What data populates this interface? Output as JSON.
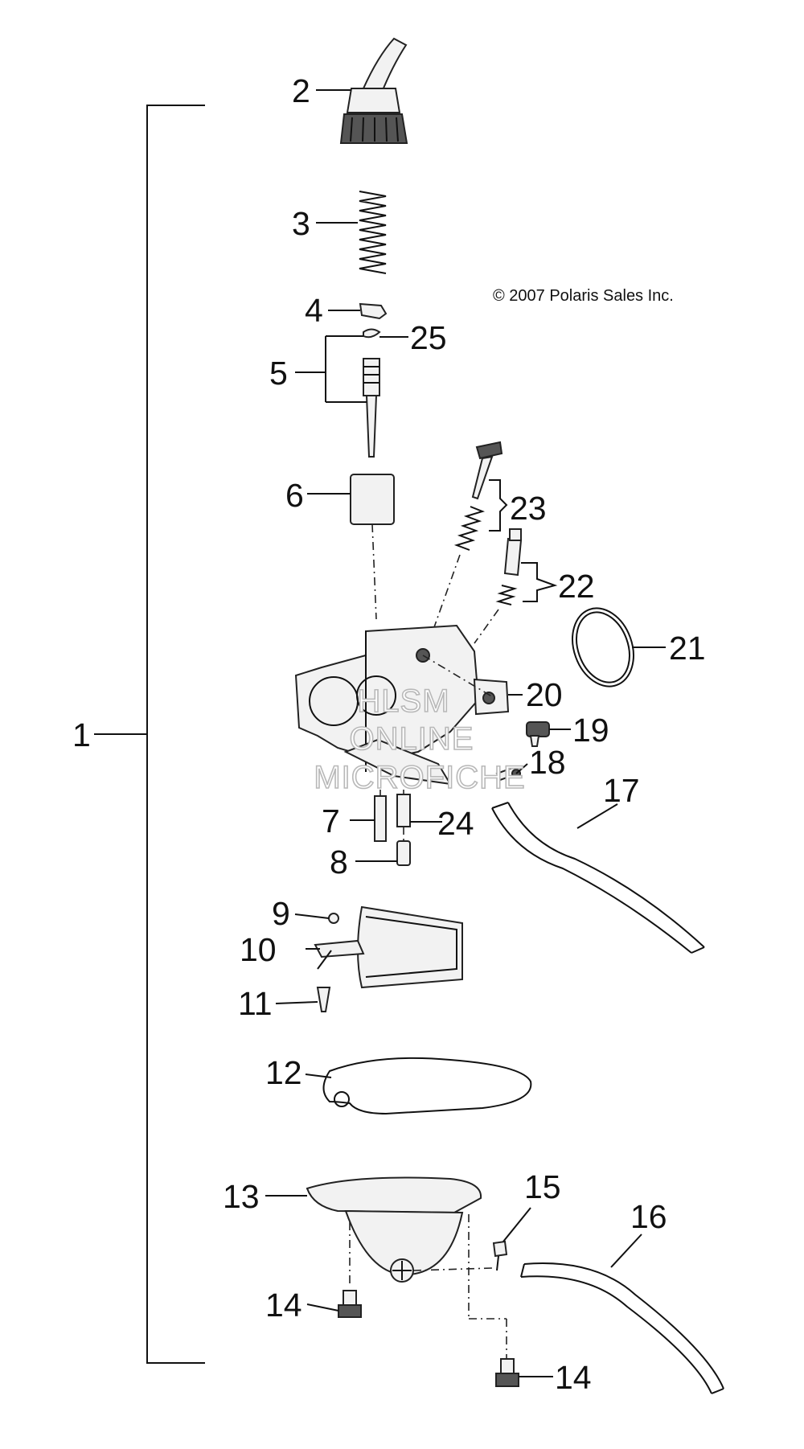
{
  "copyright": "© 2007 Polaris Sales Inc.",
  "watermark": [
    "HLSM",
    "ONLINE",
    "MICROFICHE"
  ],
  "callouts": {
    "c1": "1",
    "c2": "2",
    "c3": "3",
    "c4": "4",
    "c5": "5",
    "c6": "6",
    "c7": "7",
    "c8": "8",
    "c9": "9",
    "c10": "10",
    "c11": "11",
    "c12": "12",
    "c13": "13",
    "c14a": "14",
    "c14b": "14",
    "c15": "15",
    "c16": "16",
    "c17": "17",
    "c18": "18",
    "c19": "19",
    "c20": "20",
    "c21": "21",
    "c22": "22",
    "c23": "23",
    "c24": "24",
    "c25": "25"
  }
}
